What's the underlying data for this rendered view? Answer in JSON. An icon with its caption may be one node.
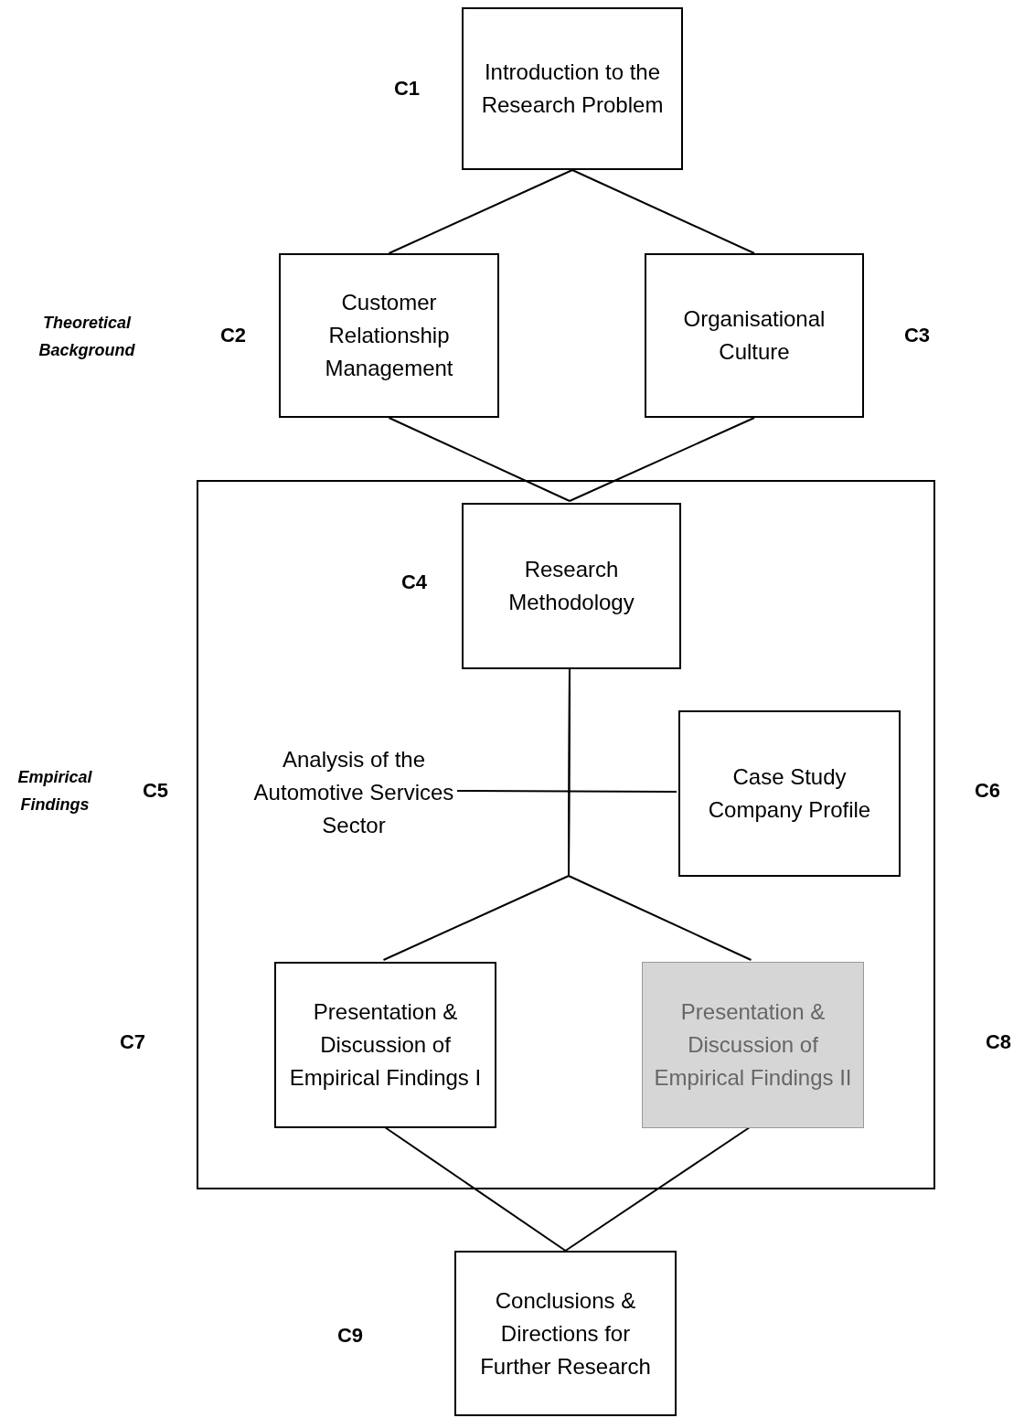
{
  "diagram": {
    "nodes": [
      {
        "text": [
          "Introduction to the Research Problem"
        ]
      },
      {
        "text": [
          "Customer Relationship Management"
        ]
      },
      {
        "text": [
          "Organisational Culture"
        ]
      },
      {
        "text": [],
        "shape": "box"
      },
      {
        "text": [
          "Research Methodology"
        ],
        "in": 3
      },
      {
        "text": [
          "Analysis of the Automotive Services Sector"
        ],
        "in": 3
      },
      {
        "text": [
          "Case Study Company Profile"
        ],
        "in": 3
      },
      {
        "text": [
          "Presentation & Discussion of Empirical Findings I"
        ],
        "in": 3
      },
      {
        "text": [
          "Presentation & Discussion of Empirical Findings II"
        ],
        "in": 3
      },
      {
        "text": [
          "Conclusions & Directions for Further Research"
        ]
      }
    ],
    "edges": [
      {
        "from": 0,
        "to": 1,
        "arrow": "none"
      },
      {
        "from": 0,
        "to": 2,
        "arrow": "none"
      },
      {
        "from": 1,
        "to": 4,
        "arrow": "none"
      },
      {
        "from": 2,
        "to": 4,
        "arrow": "none"
      },
      {
        "from": 4,
        "to": 7,
        "arrow": "none"
      },
      {
        "from": 4,
        "to": 8,
        "arrow": "none"
      },
      {
        "from": 5,
        "to": 6,
        "arrow": "none"
      },
      {
        "from": 7,
        "to": 9,
        "arrow": "none"
      },
      {
        "from": 8,
        "to": 9,
        "arrow": "none"
      }
    ],
    "labels": [
      "C1",
      "Theoretical Background",
      "C2",
      "C3",
      "C4",
      "Empirical Findings",
      "C5",
      "C6",
      "C7",
      "C8",
      "C9"
    ]
  }
}
